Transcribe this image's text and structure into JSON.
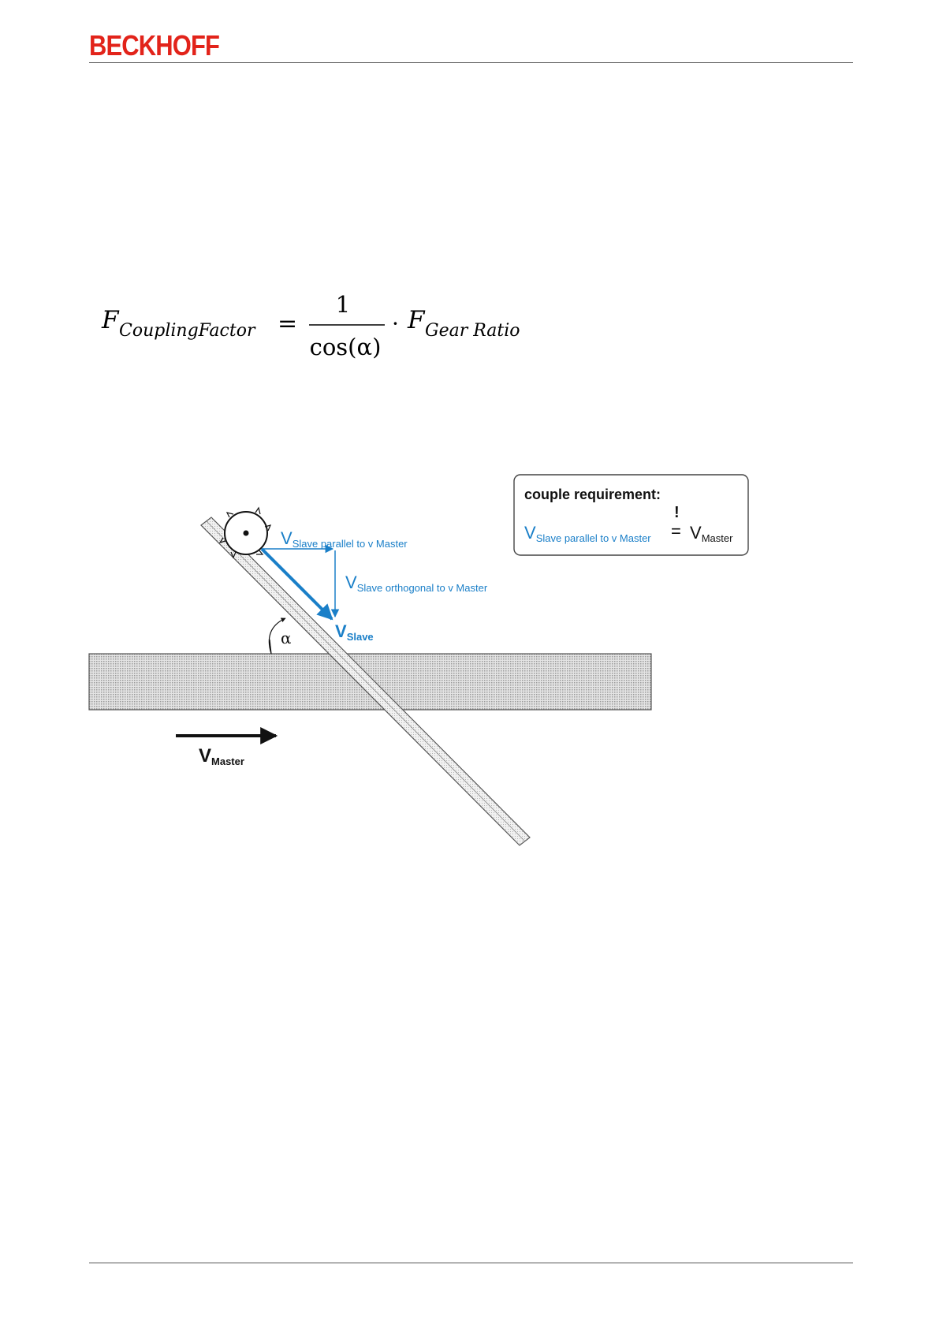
{
  "header": {
    "logo": "BECKHOFF"
  },
  "formula": {
    "lhs_symbol": "F",
    "lhs_subscript": "CouplingFactor",
    "equals": "=",
    "numerator": "1",
    "denominator": "cos(α)",
    "dot": "·",
    "rhs_symbol": "F",
    "rhs_subscript": "Gear Ratio"
  },
  "diagram": {
    "requirement_title": "couple requirement:",
    "requirement_v": "V",
    "requirement_v_sub": "Slave parallel to v Master",
    "requirement_equals": "=",
    "requirement_exclaim": "!",
    "requirement_rhs_v": "V",
    "requirement_rhs_sub": "Master",
    "parallel_v": "V",
    "parallel_sub": "Slave parallel to v Master",
    "orthogonal_v": "V",
    "orthogonal_sub": "Slave orthogonal to v Master",
    "slave_v": "V",
    "slave_sub": "Slave",
    "angle_label": "α",
    "master_v": "V",
    "master_sub": "Master",
    "colors": {
      "blue": "#1a7fc8",
      "black": "#111111",
      "band_fill": "#d4d4d4",
      "logo_red": "#e2231a"
    }
  }
}
